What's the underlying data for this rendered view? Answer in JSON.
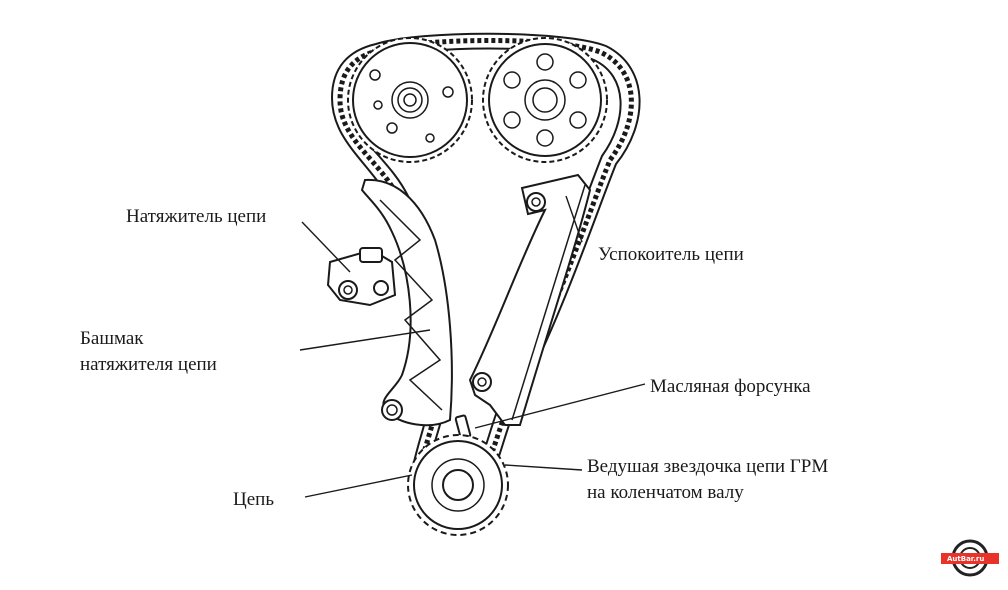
{
  "labels": {
    "tensioner": "Натяжитель цепи",
    "damper": "Успокоитель цепи",
    "shoe_line1": "Башмак",
    "shoe_line2": "натяжителя цепи",
    "oil_jet": "Масляная форсунка",
    "sprocket_line1": "Ведушая звездочка цепи ГРМ",
    "sprocket_line2": "на коленчатом валу",
    "chain": "Цепь"
  },
  "logo": {
    "text": "AutBar.ru",
    "color": "#e8332a"
  }
}
